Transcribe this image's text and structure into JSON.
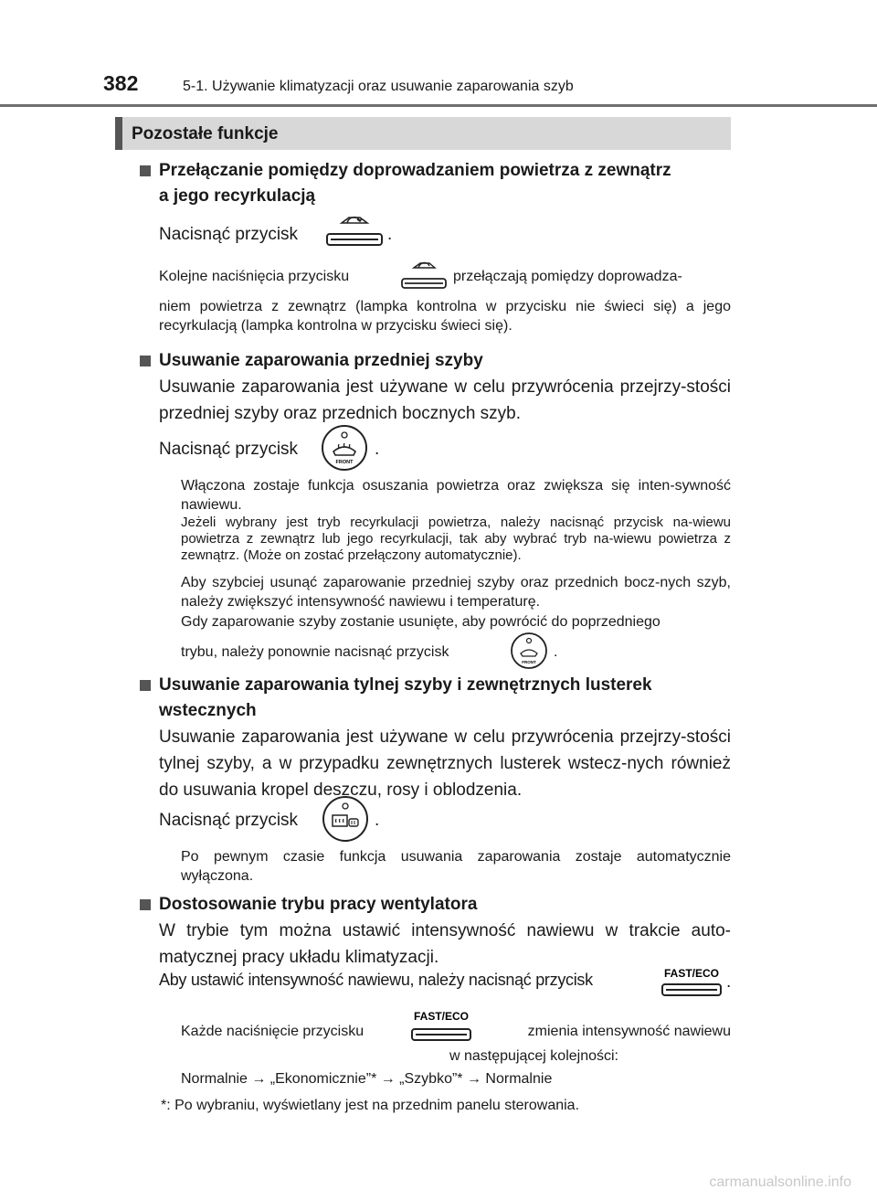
{
  "header": {
    "page_number": "382",
    "chapter": "5-1. Używanie klimatyzacji oraz usuwanie zaparowania szyb"
  },
  "section": {
    "title": "Pozostałe funkcje"
  },
  "blocks": {
    "recirc": {
      "heading_line1": "Przełączanie pomiędzy doprowadzaniem powietrza z zewnątrz",
      "heading_line2": "a jego recyrkulacją",
      "press_text": "Nacisnąć przycisk",
      "period": ".",
      "note_a": "Kolejne naciśnięcia przycisku",
      "note_b": "przełączają pomiędzy doprowadza-",
      "note_rest": "niem powietrza z zewnątrz (lampka kontrolna w przycisku nie świeci się) a jego recyrkulacją (lampka kontrolna w przycisku świeci się)."
    },
    "front": {
      "heading": "Usuwanie zaparowania przedniej szyby",
      "body": "Usuwanie zaparowania jest używane w celu przywrócenia przejrzy-stości przedniej szyby oraz przednich bocznych szyb.",
      "press_text": "Nacisnąć przycisk",
      "period": ".",
      "note1": "Włączona zostaje funkcja osuszania powietrza oraz zwiększa się inten-sywność nawiewu.",
      "note2": "Jeżeli wybrany jest tryb recyrkulacji powietrza, należy nacisnąć przycisk na-wiewu powietrza z zewnątrz lub jego recyrkulacji, tak aby wybrać tryb na-wiewu powietrza z zewnątrz. (Może on zostać przełączony automatycznie).",
      "note3": "Aby szybciej usunąć zaparowanie przedniej szyby oraz przednich bocz-nych szyb, należy zwiększyć intensywność nawiewu i temperaturę.",
      "note4": "Gdy zaparowanie szyby zostanie usunięte, aby powrócić do poprzedniego",
      "note5": "trybu, należy ponownie nacisnąć przycisk",
      "icon_label": "FRONT"
    },
    "rear": {
      "heading_line1": "Usuwanie zaparowania tylnej szyby i zewnętrznych lusterek",
      "heading_line2": "wstecznych",
      "body": "Usuwanie zaparowania jest używane w celu przywrócenia przejrzy-stości tylnej szyby, a w przypadku zewnętrznych lusterek wstecz-nych również do usuwania kropel deszczu, rosy i oblodzenia.",
      "press_text": "Nacisnąć przycisk",
      "period": ".",
      "note": "Po pewnym czasie funkcja usuwania zaparowania zostaje automatycznie wyłączona."
    },
    "fan": {
      "heading": "Dostosowanie trybu pracy wentylatora",
      "body": "W trybie tym można ustawić intensywność nawiewu w trakcie auto-matycznej pracy układu klimatyzacji.",
      "press_text": "Aby ustawić intensywność nawiewu, należy nacisnąć przycisk",
      "period": ".",
      "icon_label": "FAST/ECO",
      "note_a": "Każde naciśnięcie przycisku",
      "note_b": "zmienia intensywność nawiewu",
      "note_c": "w następującej kolejności:",
      "sequence": "Normalnie → „Ekonomicznie”* → „Szybko”* → Normalnie",
      "footnote": "*: Po wybraniu, wyświetlany jest na przednim panelu sterowania."
    }
  },
  "footer": {
    "watermark": "carmanualsonline.info"
  }
}
